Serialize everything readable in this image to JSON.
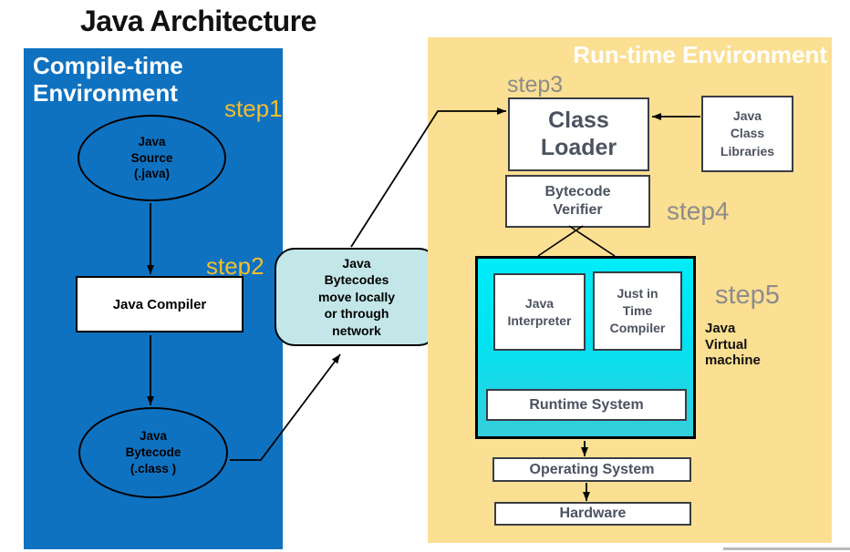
{
  "title": "Java Architecture",
  "compile_time_env": {
    "label": "Compile-time\nEnvironment",
    "step1_label": "step1",
    "step2_label": "step2",
    "java_source": "Java\nSource\n(.java)",
    "java_compiler": "Java Compiler",
    "java_bytecode": "Java\nBytecode\n(.class )"
  },
  "transfer_note": "Java\nBytecodes\nmove locally\nor through\nnetwork",
  "runtime_env": {
    "label": "Run-time Environment",
    "step3_label": "step3",
    "step4_label": "step4",
    "step5_label": "step5",
    "class_loader": "Class\nLoader",
    "java_class_libraries": "Java\nClass\nLibraries",
    "bytecode_verifier": "Bytecode\nVerifier",
    "jvm": {
      "java_interpreter": "Java\nInterpreter",
      "jit_compiler": "Just in\nTime\nCompiler",
      "runtime_system": "Runtime System",
      "label": "Java\nVirtual\nmachine"
    },
    "operating_system": "Operating System",
    "hardware": "Hardware"
  },
  "colors": {
    "compile_panel_bg": "#0F72C1",
    "runtime_panel_bg": "#FBDF92",
    "jvm_gradient_top": "#00ECF9",
    "jvm_gradient_bottom": "#35CEDB",
    "transfer_note_bg": "#C3E7E8",
    "step_gold": "#EFBF2F",
    "step_gray": "#8C8C8C",
    "box_text_slate": "#4C5260",
    "title_text": "#111111",
    "env_label_text": "#FFFFFF"
  }
}
